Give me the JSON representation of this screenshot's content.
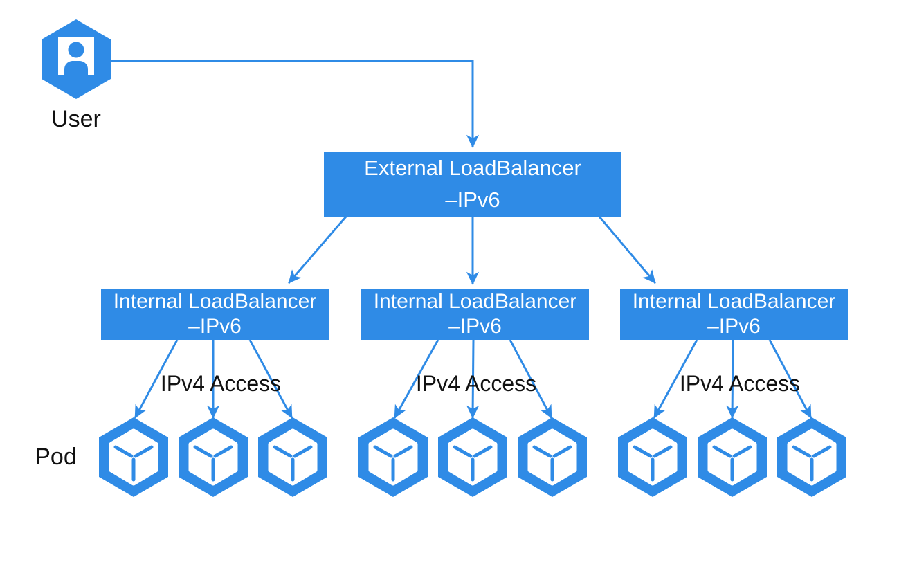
{
  "colors": {
    "accent": "#2F8BE6",
    "box_text": "#FFFFFF",
    "label_text": "#111111",
    "background": "#FFFFFF"
  },
  "user": {
    "label": "User",
    "icon": "user-icon"
  },
  "external_lb": {
    "line1": "External LoadBalancer",
    "line2": "–IPv6"
  },
  "internal_lbs": [
    {
      "line1": "Internal LoadBalancer",
      "line2": "–IPv6",
      "access_label": "IPv4 Access",
      "pod_count": 3
    },
    {
      "line1": "Internal LoadBalancer",
      "line2": "–IPv6",
      "access_label": "IPv4 Access",
      "pod_count": 3
    },
    {
      "line1": "Internal LoadBalancer",
      "line2": "–IPv6",
      "access_label": "IPv4 Access",
      "pod_count": 3
    }
  ],
  "pods": {
    "label": "Pod",
    "icon": "pod-icon",
    "total": 9
  }
}
